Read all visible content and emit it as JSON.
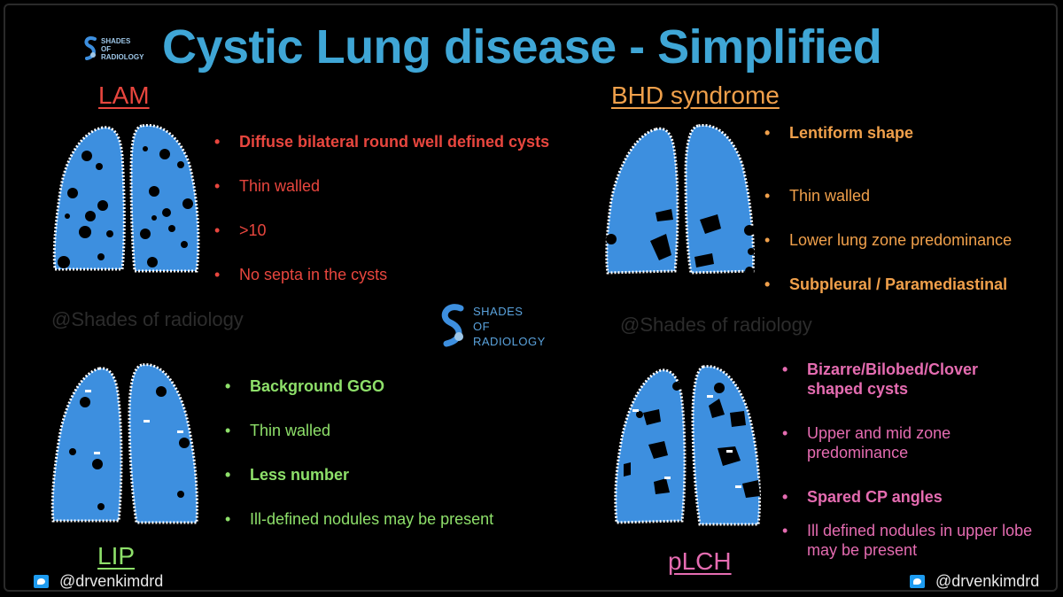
{
  "title": "Cystic Lung disease - Simplified",
  "logo": {
    "line1": "SHADES",
    "line2": "OF",
    "line3": "RADIOLOGY"
  },
  "watermark": "@Shades of radiology",
  "handle": "@drvenkimdrd",
  "sections": {
    "lam": {
      "heading": "LAM",
      "items": [
        "Diffuse bilateral round well defined cysts",
        "Thin walled",
        ">10",
        "No septa in the cysts"
      ]
    },
    "bhd": {
      "heading": "BHD syndrome",
      "items": [
        "Lentiform shape",
        "Thin walled",
        "Lower lung zone predominance",
        "Subpleural / Paramediastinal"
      ]
    },
    "lip": {
      "heading": "LIP",
      "items": [
        "Background GGO",
        "Thin walled",
        "Less number",
        "Ill-defined nodules may be present"
      ]
    },
    "plch": {
      "heading": "pLCH",
      "items": [
        "Bizarre/Bilobed/Clover shaped cysts",
        "Upper and mid zone predominance",
        "Spared CP angles",
        "Ill defined nodules in upper lobe may be present"
      ]
    }
  },
  "colors": {
    "title": "#3fa6d6",
    "lam": "#e8463e",
    "bhd": "#f0a04b",
    "lip": "#8ee06a",
    "plch": "#e56cb1",
    "lung_fill": "#3d8fdf"
  },
  "icons": [
    "shades-of-radiology-logo",
    "twitter-icon",
    "lung-illustration"
  ]
}
